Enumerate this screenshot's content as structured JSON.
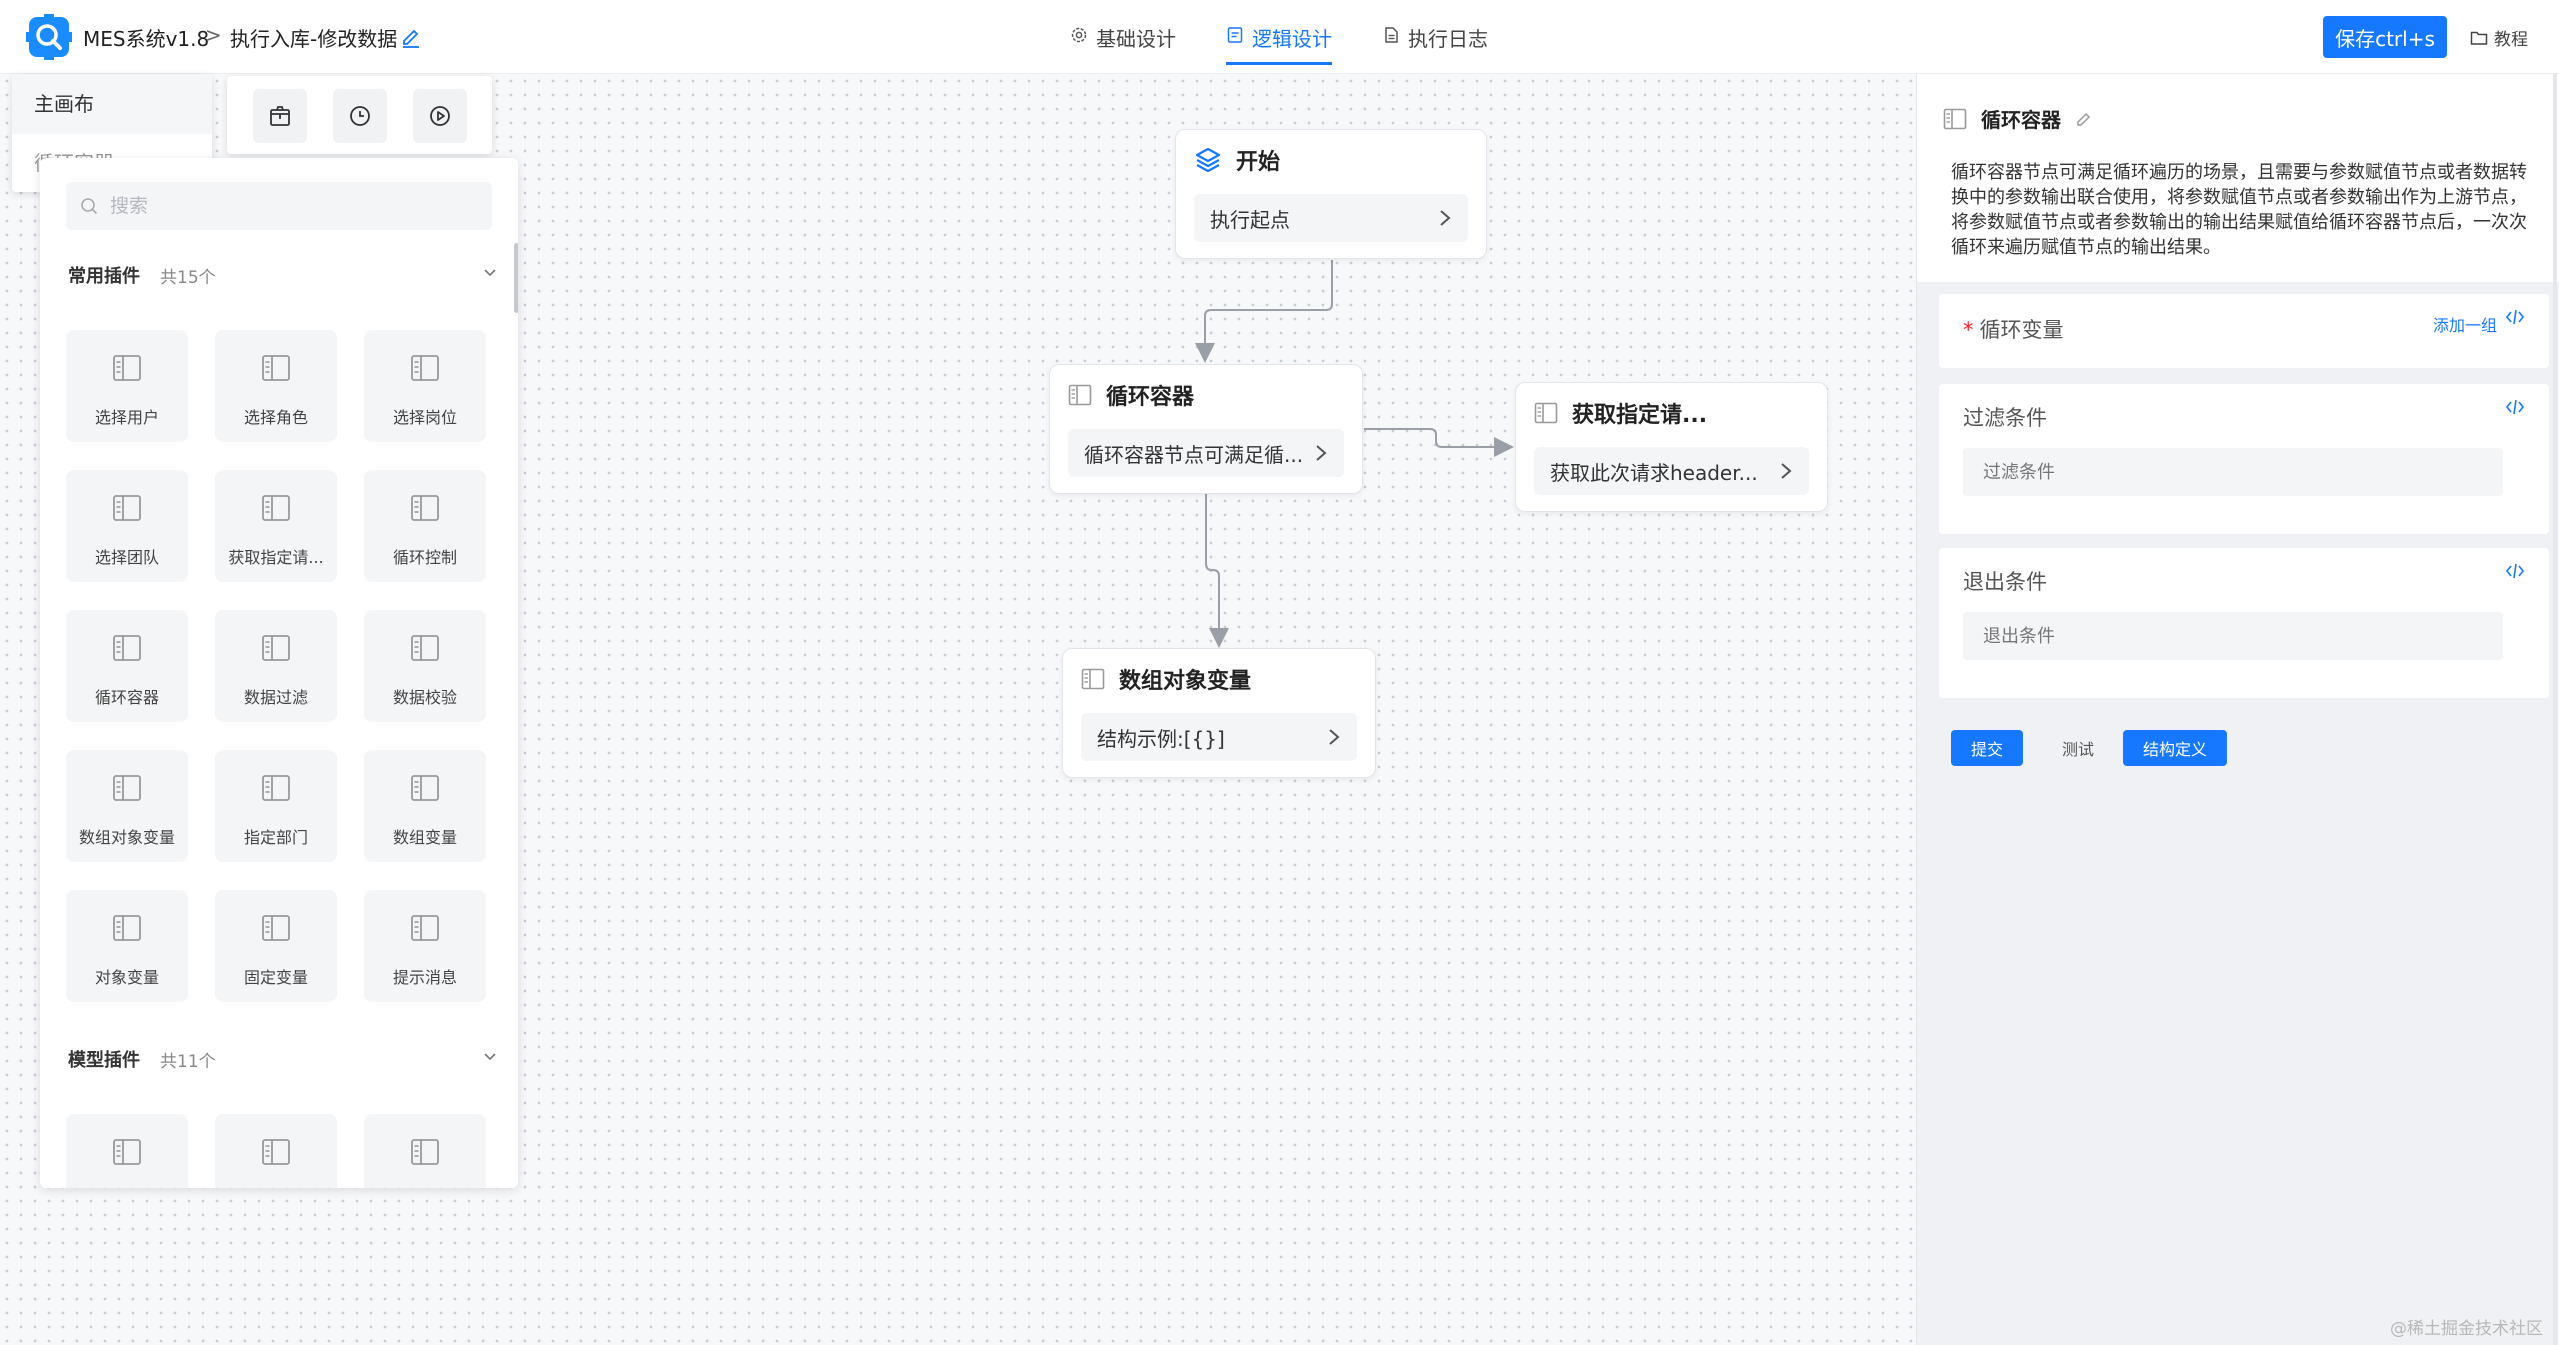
{
  "header": {
    "app_name": "MES系统v1.8",
    "separator": ">",
    "page_name": "执行入库-修改数据",
    "tabs": [
      {
        "label": "基础设计",
        "icon": "gear-icon",
        "active": false
      },
      {
        "label": "逻辑设计",
        "icon": "document-icon",
        "active": true
      },
      {
        "label": "执行日志",
        "icon": "file-icon",
        "active": false
      }
    ],
    "save_label": "保存ctrl+s",
    "tutorial_label": "教程",
    "accent_color": "#1677ff"
  },
  "canvas_list": {
    "main": "主画布",
    "sub": "循环容器"
  },
  "toolbar": {
    "buttons": [
      "package-icon",
      "clock-icon",
      "play-icon"
    ]
  },
  "plugin_panel": {
    "search_placeholder": "搜索",
    "sections": [
      {
        "title": "常用插件",
        "count": "共15个",
        "items": [
          "选择用户",
          "选择角色",
          "选择岗位",
          "选择团队",
          "获取指定请...",
          "循环控制",
          "循环容器",
          "数据过滤",
          "数据校验",
          "数组对象变量",
          "指定部门",
          "数组变量",
          "对象变量",
          "固定变量",
          "提示消息"
        ]
      },
      {
        "title": "模型插件",
        "count": "共11个",
        "items": [
          "",
          "",
          ""
        ]
      }
    ]
  },
  "nodes": [
    {
      "id": "start",
      "title": "开始",
      "body": "执行起点",
      "icon": "layers-icon"
    },
    {
      "id": "loop",
      "title": "循环容器",
      "body": "循环容器节点可满足循...",
      "icon": "panel-icon"
    },
    {
      "id": "fetch",
      "title": "获取指定请...",
      "body": "获取此次请求header...",
      "icon": "panel-icon"
    },
    {
      "id": "array",
      "title": "数组对象变量",
      "body": "结构示例:[{}]",
      "icon": "panel-icon"
    }
  ],
  "right_panel": {
    "title": "循环容器",
    "description": "循环容器节点可满足循环遍历的场景，且需要与参数赋值节点或者数据转换中的参数输出联合使用，将参数赋值节点或者参数输出作为上游节点，将参数赋值节点或者参数输出的输出结果赋值给循环容器节点后，一次次循环来遍历赋值节点的输出结果。",
    "loop_var": {
      "required": "*",
      "label": "循环变量",
      "add_label": "添加一组"
    },
    "filter": {
      "label": "过滤条件",
      "placeholder": "过滤条件",
      "value": ""
    },
    "exit": {
      "label": "退出条件",
      "placeholder": "退出条件",
      "value": ""
    },
    "buttons": {
      "submit": "提交",
      "test": "测试",
      "schema": "结构定义"
    }
  },
  "watermark": "@稀土掘金技术社区"
}
